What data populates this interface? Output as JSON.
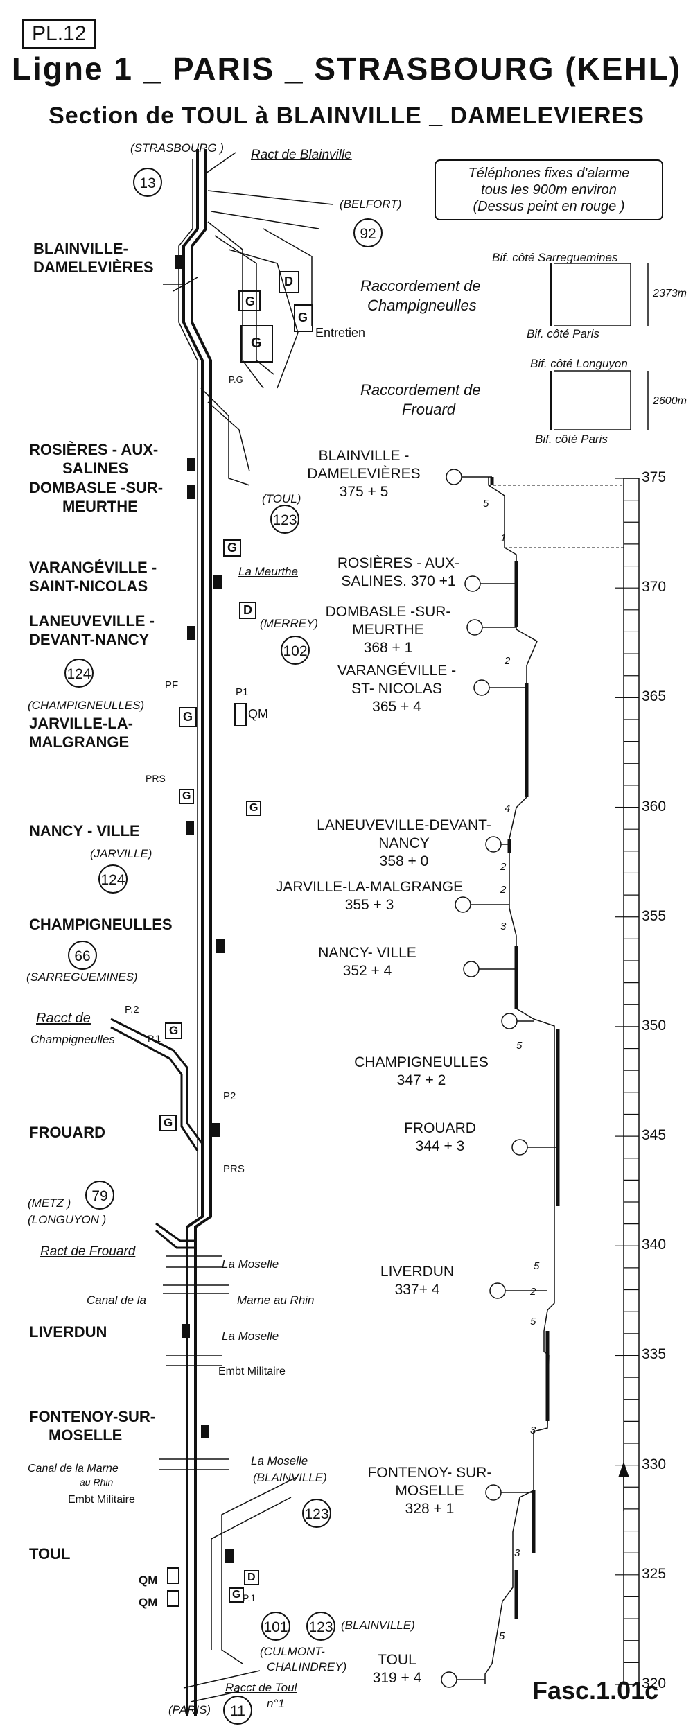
{
  "header": {
    "plate": "PL.12",
    "title": "Ligne 1 _ PARIS _ STRASBOURG  (KEHL)",
    "subtitle": "Section de TOUL à BLAINVILLE _ DAMELEVIERES"
  },
  "alarm_note": {
    "line1": "Téléphones fixes d'alarme",
    "line2": "tous les 900m environ",
    "line3": "(Dessus peint en rouge )"
  },
  "raccordements": {
    "champigneulles": {
      "label1": "Raccordement de",
      "label2": "Champigneulles",
      "top": "Bif. côté Sarreguemines",
      "bottom": "Bif. côté Paris",
      "length": "2373m"
    },
    "frouard": {
      "label1": "Raccordement de",
      "label2": "Frouard",
      "top": "Bif. côté Longuyon",
      "bottom": "Bif. côté Paris",
      "length": "2600m"
    }
  },
  "left_stations": [
    "BLAINVILLE-",
    "DAMELEVIÈRES",
    "ROSIÈRES - AUX-",
    "SALINES",
    "DOMBASLE -SUR-",
    "MEURTHE",
    "VARANGÉVILLE -",
    "SAINT-NICOLAS",
    "LANEUVEVILLE -",
    "DEVANT-NANCY",
    "JARVILLE-LA-",
    "MALGRANGE",
    "NANCY - VILLE",
    "CHAMPIGNEULLES",
    "FROUARD",
    "LIVERDUN",
    "FONTENOY-SUR-",
    "MOSELLE",
    "TOUL"
  ],
  "profile_stations": [
    {
      "name1": "BLAINVILLE -",
      "name2": "DAMELEVIÈRES",
      "pk": "375 + 5"
    },
    {
      "name1": "ROSIÈRES - AUX-",
      "name2": "SALINES. 370 +1",
      "pk": ""
    },
    {
      "name1": "DOMBASLE -SUR-",
      "name2": "MEURTHE",
      "pk": "368 + 1"
    },
    {
      "name1": "VARANGÉVILLE -",
      "name2": "ST- NICOLAS",
      "pk": "365 + 4"
    },
    {
      "name1": "LANEUVEVILLE-DEVANT-",
      "name2": "NANCY",
      "pk": "358 + 0"
    },
    {
      "name1": "JARVILLE-LA-MALGRANGE",
      "name2": "",
      "pk": "355 + 3"
    },
    {
      "name1": "NANCY- VILLE",
      "name2": "",
      "pk": "352 + 4"
    },
    {
      "name1": "CHAMPIGNEULLES",
      "name2": "",
      "pk": "347 + 2"
    },
    {
      "name1": "FROUARD",
      "name2": "",
      "pk": "344 + 3"
    },
    {
      "name1": "LIVERDUN",
      "name2": "",
      "pk": "337+ 4"
    },
    {
      "name1": "FONTENOY- SUR-",
      "name2": "MOSELLE",
      "pk": "328 + 1"
    },
    {
      "name1": "TOUL",
      "name2": "",
      "pk": "319 + 4"
    }
  ],
  "axis_ticks": [
    "375",
    "370",
    "365",
    "360",
    "355",
    "350",
    "345",
    "340",
    "335",
    "330",
    "325",
    "320"
  ],
  "circled_numbers": [
    "13",
    "92",
    "123",
    "102",
    "124",
    "124",
    "66",
    "79",
    "123",
    "101",
    "123",
    "11"
  ],
  "labels": {
    "strasbourg": "(STRASBOURG )",
    "ract_blainville": "Ract de Blainville",
    "belfort": "(BELFORT)",
    "entretien": "Entretien",
    "toul": "(TOUL)",
    "la_meurthe": "La Meurthe",
    "merrey": "(MERREY)",
    "champigneulles_p": "(CHAMPIGNEULLES)",
    "qm": "QM",
    "jarville": "(JARVILLE)",
    "sarreguemines": "(SARREGUEMINES)",
    "ract_champ1": "Racct de",
    "ract_champ2": "Champigneulles",
    "metz": "(METZ )",
    "longuyon": "(LONGUYON )",
    "ract_frouard": "Ract de Frouard",
    "la_moselle1": "La Moselle",
    "canal1": "Canal de la",
    "canal2": "Marne au Rhin",
    "la_moselle2": "La Moselle",
    "emb_mil1": "Embt Militaire",
    "canal_marne1": "Canal de la Marne",
    "canal_marne2": "au Rhin",
    "emb_mil2": "Embt Militaire",
    "la_moselle3": "La Moselle",
    "blainville_p1": "(BLAINVILLE)",
    "blainville_p2": "(BLAINVILLE)",
    "culmont1": "(CULMONT-",
    "culmont2": "CHALINDREY)",
    "racct_toul": "Racct de Toul",
    "racct_toul_n": "n°1",
    "paris": "(PARIS)",
    "p1": "P1",
    "p2": "P.2",
    "p2b": "P2",
    "prs": "PRS",
    "prs2": "PRS",
    "pf": "PF",
    "p1b": "P.1",
    "p1c": "P.1",
    "pg": "P.G",
    "g": "G",
    "d": "D"
  },
  "gradients": [
    "5",
    "1",
    "2",
    "4",
    "2",
    "2",
    "3",
    "5",
    "5",
    "2",
    "5",
    "3",
    "3",
    "5"
  ],
  "fasc": "Fasc.1.01c"
}
